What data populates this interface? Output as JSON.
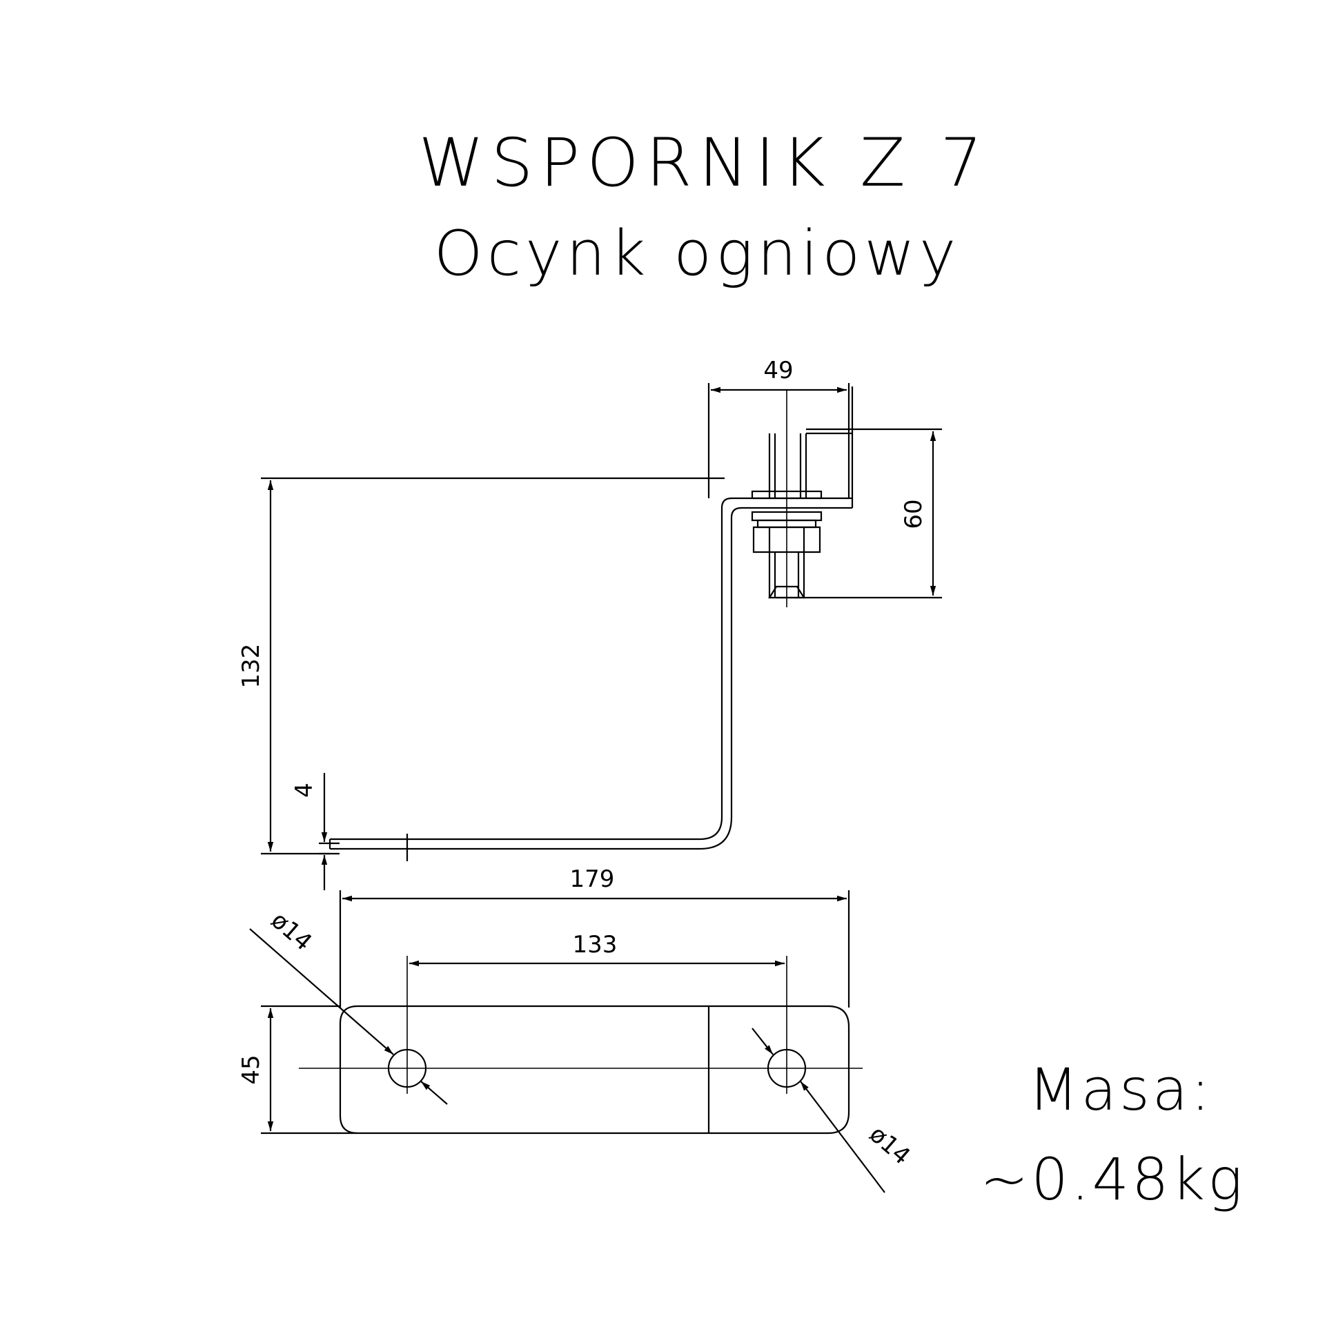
{
  "title": "WSPORNIK Z 7",
  "subtitle": "Ocynk ogniowy",
  "mass": {
    "label": "Masa:",
    "value": "~0.48kg"
  },
  "dimensions": {
    "top_width": "49",
    "bolt_height": "60",
    "height": "132",
    "thickness": "4",
    "total_length": "179",
    "hole_spacing": "133",
    "width": "45",
    "hole_diameter_left": "ø14",
    "hole_diameter_right": "ø14"
  },
  "colors": {
    "line": "#000000",
    "background": "#ffffff"
  }
}
